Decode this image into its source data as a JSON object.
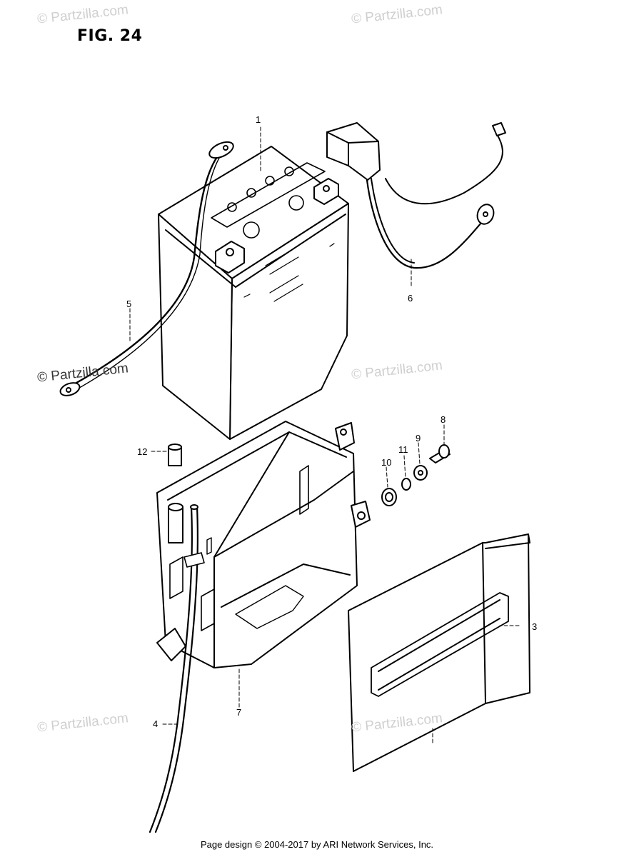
{
  "figure": {
    "title": "FIG. 24"
  },
  "callouts": [
    "1",
    "3",
    "4",
    "5",
    "6",
    "7",
    "8",
    "9",
    "10",
    "11",
    "12"
  ],
  "watermarks": [
    {
      "text": "© Partzilla.com"
    },
    {
      "text": "© Partzilla.com"
    },
    {
      "text": "© Partzilla.com"
    },
    {
      "text": "© Partzilla.com"
    },
    {
      "text": "© Partzilla.com"
    },
    {
      "text": "© Partzilla.com"
    }
  ],
  "footer": {
    "text": "Page design © 2004-2017 by ARI Network Services, Inc."
  }
}
